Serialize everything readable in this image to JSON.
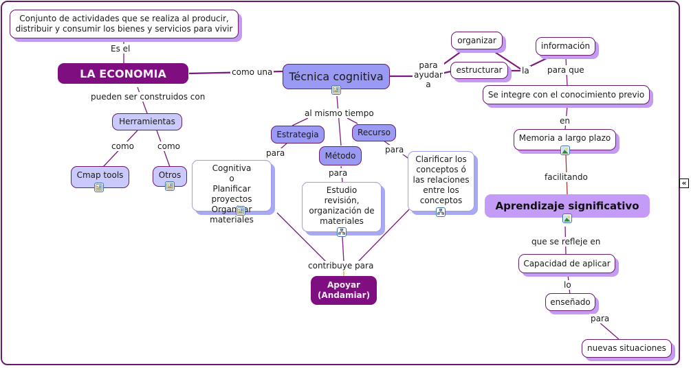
{
  "colors": {
    "border": "#6a1a6e",
    "economy_node": "#7f0f80",
    "concept_blue": "#9a9af5",
    "concept_lilac": "#c9c9fb",
    "concept_violet": "#c49cf7",
    "shadow": "#c39bf0"
  },
  "nodes": {
    "definicion": "Conjunto de actividades que se realiza al producir, distribuir y consumir los bienes y servicios para vivir",
    "economia": "LA ECONOMIA",
    "herramientas": "Herramientas",
    "cmap_tools": "Cmap tools",
    "otros": "Otros",
    "tecnica": "Técnica cognitiva",
    "estrategia": "Estrategia",
    "metodo": "Método",
    "recurso": "Recurso",
    "cognitiva": "Cognitiva\no\nPlanificar proyectos\nOrganizar materiales",
    "estudio": "Estudio\nrevisión,\norganización de\nmateriales",
    "clarificar": "Clarificar los\nconceptos ó\nlas relaciones\nentre los\nconceptos",
    "apoyar": "Apoyar\n(Andamiar)",
    "organizar": "organizar",
    "estructurar": "estructurar",
    "informacion": "información",
    "integre": "Se integre con el conocimiento previo",
    "memoria": "Memoria a largo plazo",
    "aprendizaje": "Aprendizaje significativo",
    "capacidad": "Capacidad de aplicar",
    "ensenado": "enseñado",
    "nuevas": "nuevas situaciones"
  },
  "links": {
    "es_el": "Es el",
    "pueden": "pueden ser construidos con",
    "como1": "como",
    "como2": "como",
    "como_una": "como una",
    "al_mismo": "al mismo tiempo",
    "para_estr": "para",
    "para_met": "para",
    "para_rec": "para",
    "contribuye": "contribuye para",
    "para_ayudar": "para\nayudar\na",
    "la": "la",
    "para_que": "para que",
    "en": "en",
    "facilitando": "facilitando",
    "que_se": "que se refleje en",
    "lo": "lo",
    "para_nuevas": "para"
  },
  "icons": {
    "cmap_tools": "document-icon",
    "otros": "document-icon",
    "tecnica": "document-icon",
    "cognitiva": "document-icon",
    "estudio": "concept-map-icon",
    "clarificar": "concept-map-icon",
    "memoria": "image-icon",
    "aprendizaje": "image-icon"
  },
  "controls": {
    "collapse": "«"
  }
}
